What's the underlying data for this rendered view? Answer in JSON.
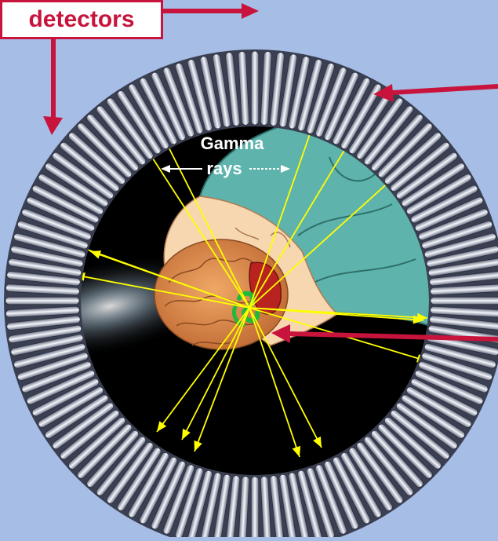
{
  "labels": {
    "detectors": "detectors",
    "gamma": "Gamma",
    "rays": "rays"
  },
  "colors": {
    "background": "#a6bde6",
    "callout": "#c8143c",
    "ray": "#ffff00",
    "drape": "#5fb3ad",
    "brain": "#d8844a",
    "skin": "#f6d7b0",
    "tracer": "#22b83a"
  },
  "detector_count": 120
}
